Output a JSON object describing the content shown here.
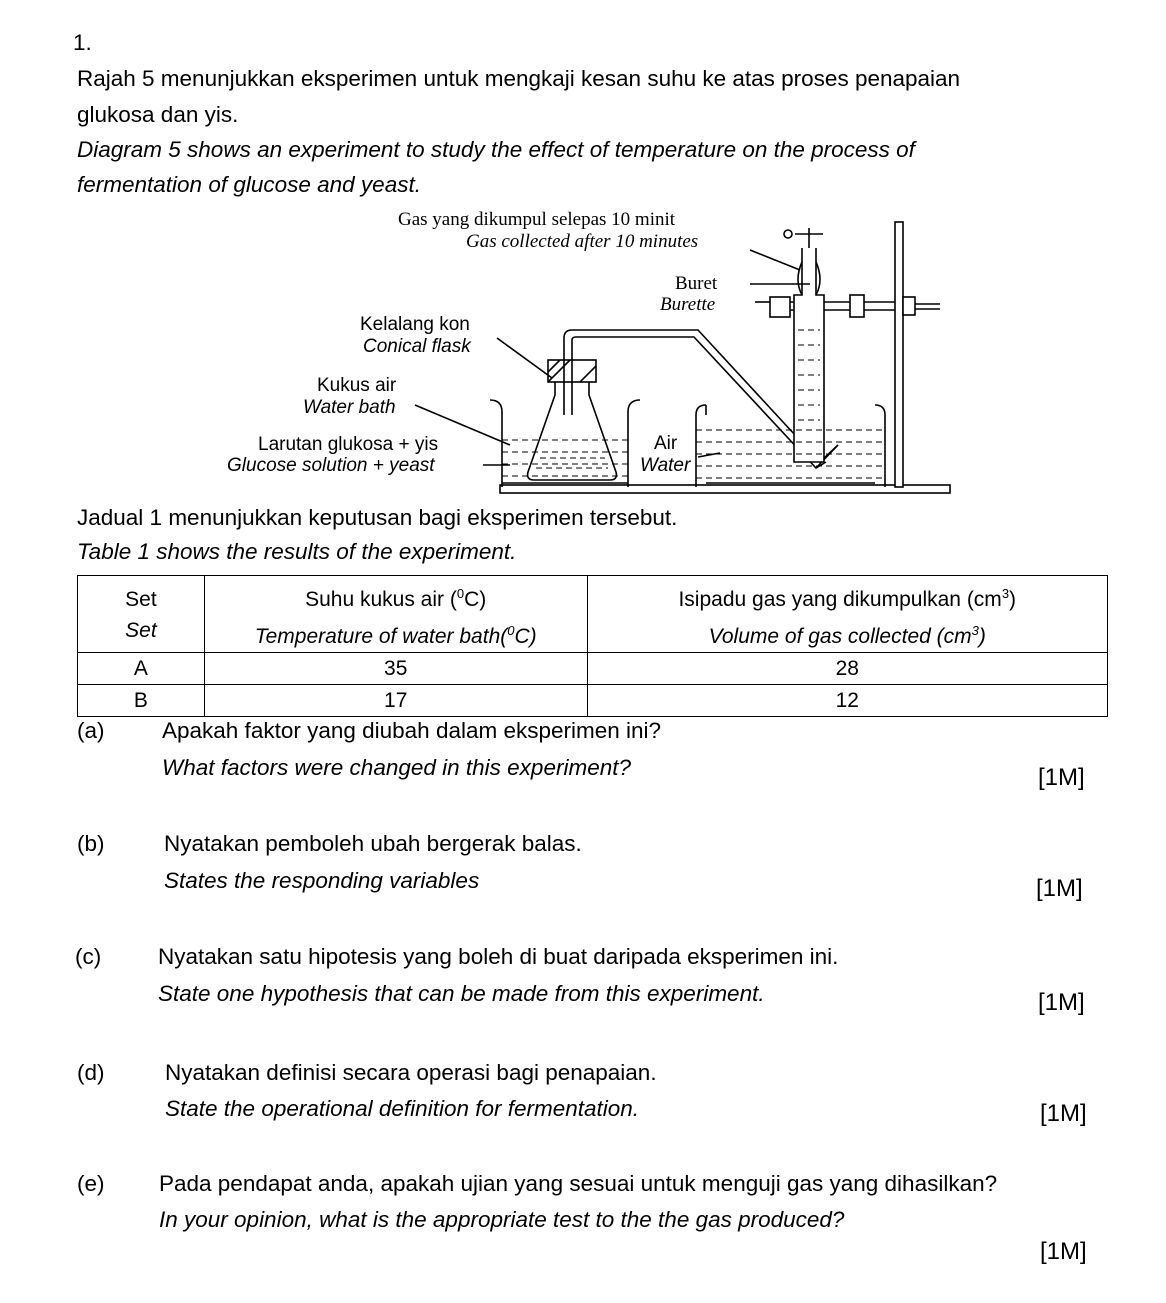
{
  "question_number": "1.",
  "intro": {
    "ms_line1": "Rajah  5 menunjukkan eksperimen untuk mengkaji kesan suhu ke atas proses penapaian",
    "ms_line2": "glukosa dan yis.",
    "en_line1": "Diagram  5 shows an experiment to study the effect of temperature on the process of",
    "en_line2": "fermentation of glucose and yeast."
  },
  "diagram": {
    "gas_ms": "Gas yang dikumpul selepas 10 minit",
    "gas_en": "Gas collected after 10 minutes",
    "buret_ms": "Buret",
    "buret_en": "Burette",
    "flask_ms": "Kelalang kon",
    "flask_en": "Conical flask",
    "bath_ms": "Kukus air",
    "bath_en": "Water bath",
    "solution_ms": "Larutan glukosa + yis",
    "solution_en": "Glucose solution + yeast",
    "water_ms": "Air",
    "water_en": "Water"
  },
  "table_intro": {
    "ms": "Jadual 1 menunjukkan keputusan bagi eksperimen tersebut.",
    "en": "Table 1 shows the results of the experiment."
  },
  "table": {
    "headers_ms": [
      "Set",
      "Suhu kukus air (",
      "Isipadu gas yang dikumpulkan (cm"
    ],
    "headers_en": [
      "Set",
      "Temperature of water bath(",
      "Volume of gas collected (cm"
    ],
    "header_sup": [
      "0",
      "3"
    ],
    "header_close": [
      "C)",
      ")"
    ],
    "rows": [
      [
        "A",
        "35",
        "28"
      ],
      [
        "B",
        "17",
        "12"
      ]
    ]
  },
  "questions": [
    {
      "label": "(a)",
      "ms": "Apakah faktor yang diubah dalam eksperimen ini?",
      "en": "What factors were changed in this experiment?",
      "marks": "[1M]"
    },
    {
      "label": "(b)",
      "ms": "Nyatakan pemboleh ubah bergerak balas.",
      "en": "States the responding variables",
      "marks": "[1M]"
    },
    {
      "label": "(c)",
      "ms": "Nyatakan satu hipotesis yang boleh di buat daripada eksperimen ini.",
      "en": "State one hypothesis that can be made from this experiment.",
      "marks": "[1M]"
    },
    {
      "label": "(d)",
      "ms": "Nyatakan definisi secara operasi bagi penapaian.",
      "en": "State the operational definition for fermentation.",
      "marks": "[1M]"
    },
    {
      "label": "(e)",
      "ms": "Pada pendapat anda, apakah ujian yang sesuai untuk menguji gas yang dihasilkan?",
      "en": "In your opinion, what is the appropriate test to the the gas produced?",
      "marks": "[1M]"
    }
  ]
}
